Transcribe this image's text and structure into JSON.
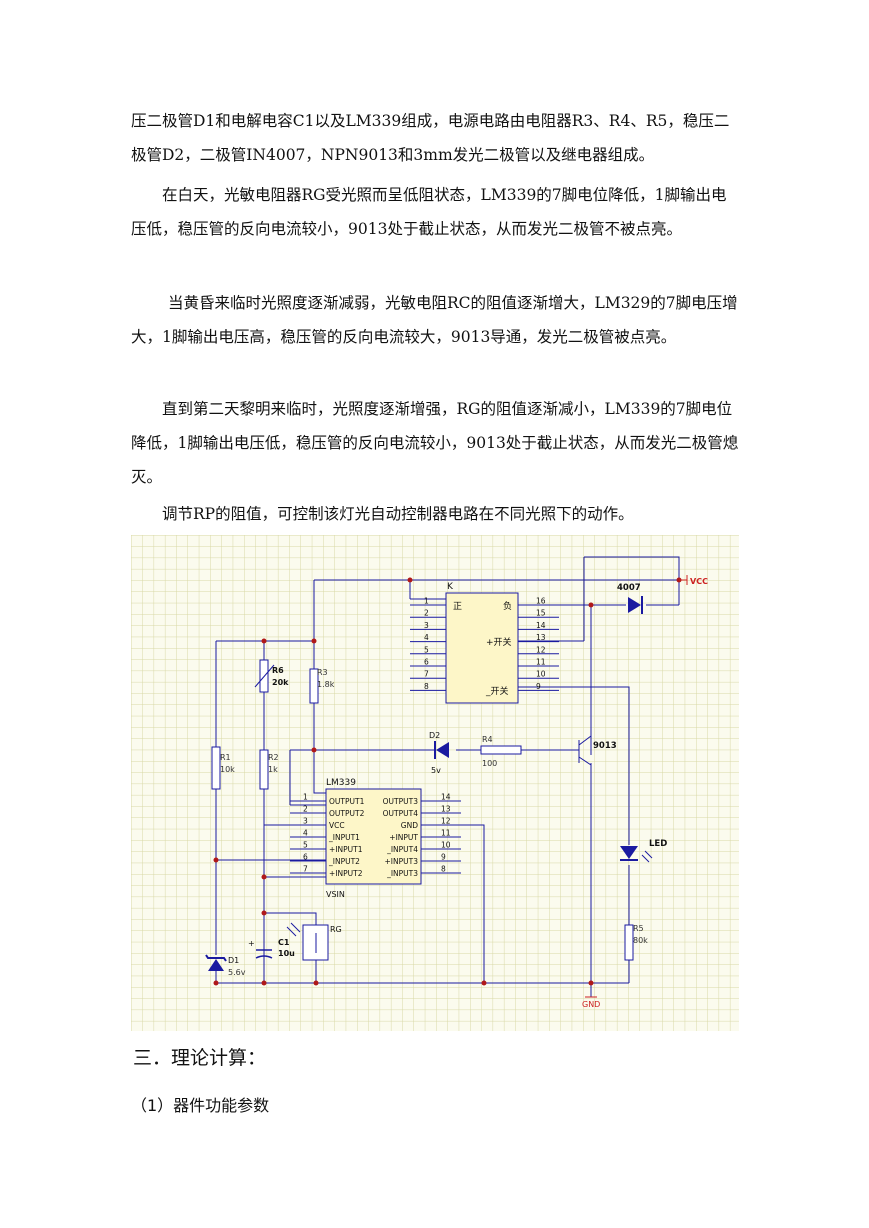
{
  "paragraphs": {
    "p1": "压二极管D1和电解电容C1以及LM339组成，电源电路由电阻器R3、R4、R5，稳压二极管D2，二极管IN4007，NPN9013和3mm发光二极管以及继电器组成。",
    "p2": "在白天，光敏电阻器RG受光照而呈低阻状态，LM339的7脚电位降低，1脚输出电压低，稳压管的反向电流较小，9013处于截止状态，从而发光二极管不被点亮。",
    "p3": "当黄昏来临时光照度逐渐减弱，光敏电阻RC的阻值逐渐增大，LM329的7脚电压增大，1脚输出电压高，稳压管的反向电流较大，9013导通，发光二极管被点亮。",
    "p4": "直到第二天黎明来临时，光照度逐渐增强，RG的阻值逐渐减小，LM339的7脚电位降低，1脚输出电压低，稳压管的反向电流较小，9013处于截止状态，从而发光二极管熄灭。",
    "p5": "调节RP的阻值，可控制该灯光自动控制器电路在不同光照下的动作。"
  },
  "schematic": {
    "relay_label": "K",
    "relay_left_pins": [
      "1",
      "2",
      "3",
      "4",
      "5",
      "6",
      "7",
      "8"
    ],
    "relay_right_pins": [
      "16",
      "15",
      "14",
      "13",
      "12",
      "11",
      "10",
      "9"
    ],
    "relay_pos": "正",
    "relay_neg": "负",
    "relay_sw_pos": "+开关",
    "relay_sw_neg": "_开关",
    "lm339_label": "LM339",
    "lm339_left_pins": [
      "1",
      "2",
      "3",
      "4",
      "5",
      "6",
      "7"
    ],
    "lm339_right_pins": [
      "14",
      "13",
      "12",
      "11",
      "10",
      "9",
      "8"
    ],
    "lm339_left_names": [
      "OUTPUT1",
      "OUTPUT2",
      "VCC",
      "_INPUT1",
      "+INPUT1",
      "_INPUT2",
      "+INPUT2"
    ],
    "lm339_right_names": [
      "OUTPUT3",
      "OUTPUT4",
      "GND",
      "+INPUT",
      "_INPUT4",
      "+INPUT3",
      "_INPUT3"
    ],
    "lm339_bottom": "VSIN",
    "vcc": "VCC",
    "gnd": "GND",
    "diode_4007": "4007",
    "r6": "R6",
    "r6_val": "20k",
    "r3": "R3",
    "r3_val": "1.8k",
    "r1": "R1",
    "r1_val": "10k",
    "r2": "R2",
    "r2_val": "1k",
    "d2": "D2",
    "d2_val": "5v",
    "r4": "R4",
    "r4_val": "100",
    "q": "9013",
    "led": "LED",
    "r5": "R5",
    "r5_val": "80k",
    "c1": "C1",
    "c1_val": "10u",
    "rg": "RG",
    "d1": "D1",
    "d1_val": "5.6v",
    "colors": {
      "wire": "#1a1aa0",
      "red": "#cc2020",
      "chip": "#fdf6c8",
      "grid": "#d7d7a4"
    }
  },
  "section3": "三．理论计算：",
  "sub1": "（1）器件功能参数"
}
